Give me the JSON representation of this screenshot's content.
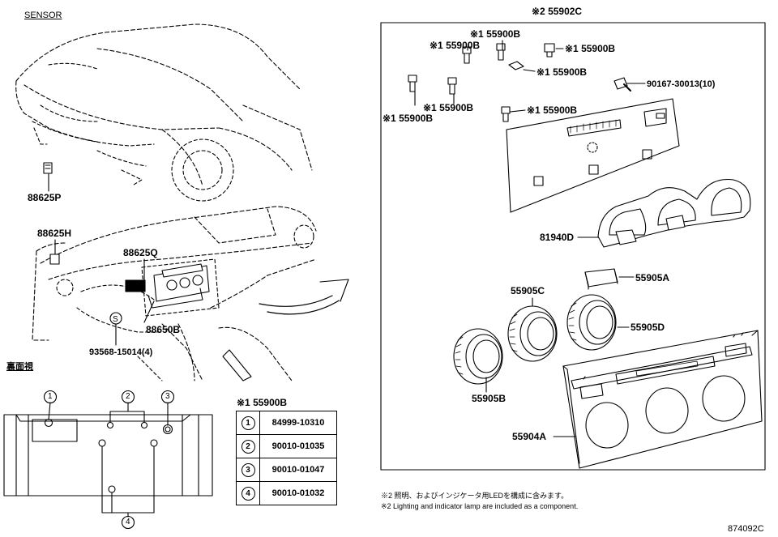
{
  "labels": {
    "sensor": "SENSOR",
    "p88625P": "88625P",
    "p88625H": "88625H",
    "p88625Q": "88625Q",
    "p88650B": "88650B",
    "screw": "93568-15014(4)",
    "rear_view": "裏面視",
    "assy": "※2 55902C",
    "b1": "※1 55900B",
    "b2": "※1 55900B",
    "b3": "※1 55900B",
    "b4": "※1 55900B",
    "b5": "※1 55900B",
    "b6": "※1 55900B",
    "b7": "※1 55900B",
    "bolt": "90167-30013(10)",
    "p81940D": "81940D",
    "p55905A": "55905A",
    "p55905C": "55905C",
    "p55905D": "55905D",
    "p55905B": "55905B",
    "p55904A": "55904A",
    "fig": "874092C"
  },
  "callouts": [
    "1",
    "2",
    "3",
    "4"
  ],
  "parts_table": {
    "title": "※1 55900B",
    "rows": [
      {
        "num": "1",
        "part": "84999-10310"
      },
      {
        "num": "2",
        "part": "90010-01035"
      },
      {
        "num": "3",
        "part": "90010-01047"
      },
      {
        "num": "4",
        "part": "90010-01032"
      }
    ]
  },
  "notes": {
    "jp": "※2 照明、およびインジケータ用LEDを構成に含みます。",
    "en": "※2 Lighting and indicator lamp are included as a component."
  }
}
